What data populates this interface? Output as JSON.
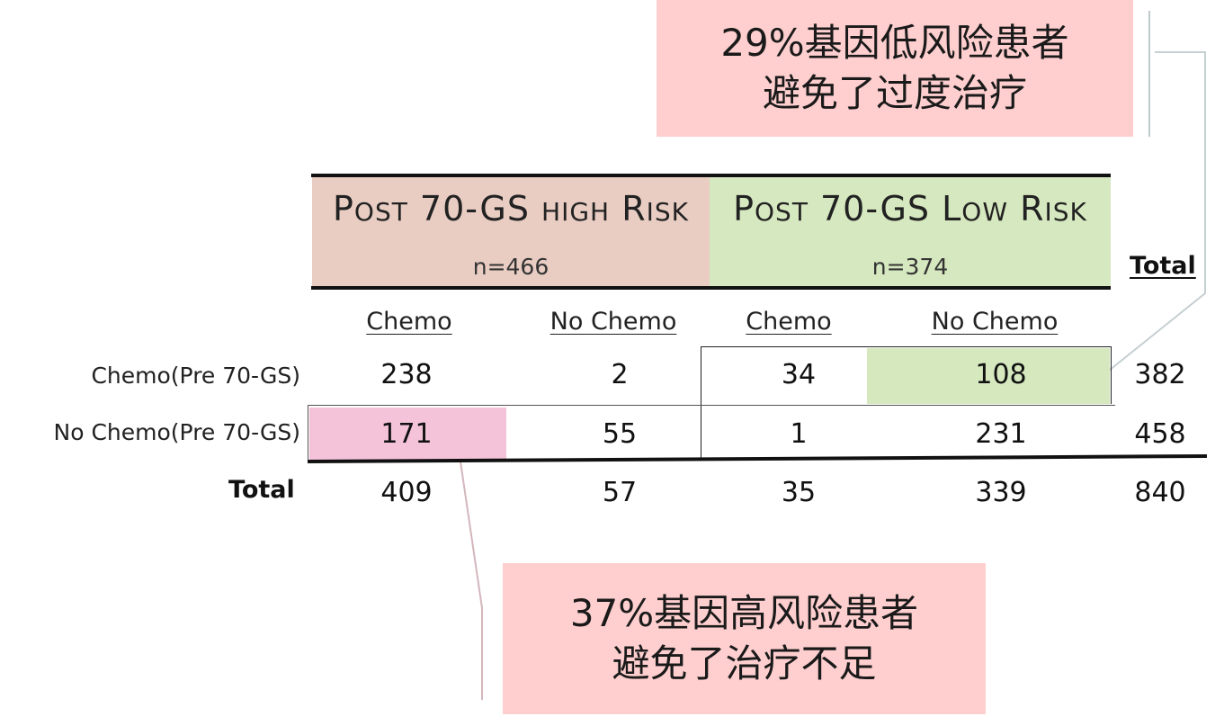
{
  "callouts": {
    "top": {
      "line1": "29%基因低风险患者",
      "line2": "避免了过度治疗"
    },
    "bottom": {
      "line1": "37%基因高风险患者",
      "line2": "避免了治疗不足"
    }
  },
  "headers": {
    "high": {
      "title_p": "P",
      "title_ost": "OST",
      "title_num": " 70-GS ",
      "title_high": "HIGH",
      "title_r": " R",
      "title_isk": "ISK",
      "n": "n=466"
    },
    "low": {
      "title_p": "P",
      "title_ost": "OST",
      "title_num": " 70-GS ",
      "title_l": "L",
      "title_ow": "OW",
      "title_r": " R",
      "title_isk": "ISK",
      "n": "n=374"
    },
    "total": "Total"
  },
  "columns": [
    "Chemo",
    "No Chemo",
    "Chemo",
    "No Chemo"
  ],
  "rows": [
    {
      "label": "Chemo(Pre 70-GS)",
      "values": [
        "238",
        "2",
        "34",
        "108"
      ],
      "total": "382"
    },
    {
      "label": "No Chemo(Pre 70-GS)",
      "values": [
        "171",
        "55",
        "1",
        "231"
      ],
      "total": "458"
    }
  ],
  "totals": {
    "label": "Total",
    "values": [
      "409",
      "57",
      "35",
      "339"
    ],
    "total": "840"
  },
  "colors": {
    "high_bg": "#e9cdc3",
    "low_bg": "#d6e8bf",
    "callout_bg": "#ffcfcf",
    "highlight_green": "#d5e8be",
    "highlight_pink": "#f4c3da"
  }
}
